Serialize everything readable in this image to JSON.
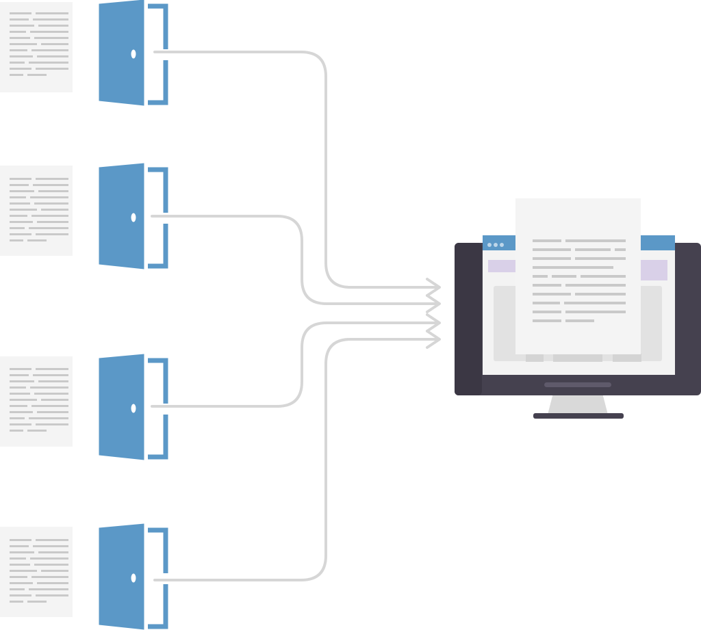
{
  "diagram": {
    "sources": [
      {
        "id": "source-1"
      },
      {
        "id": "source-2"
      },
      {
        "id": "source-3"
      },
      {
        "id": "source-4"
      }
    ],
    "destination": {
      "id": "monitor"
    }
  },
  "colors": {
    "door_blue": "#5b98c7",
    "connector_gray": "#d6d6d6",
    "paper_bg": "#f4f4f4",
    "paper_line": "#c9c9c9",
    "monitor_frame": "#45414f",
    "monitor_stand": "#d9d9d9",
    "browser_bar": "#5b98c7",
    "highlight_purple": "#d9d0e8"
  },
  "icons": {
    "source_icon": "door-icon",
    "document_icon": "document-icon",
    "destination_icon": "monitor-icon"
  }
}
